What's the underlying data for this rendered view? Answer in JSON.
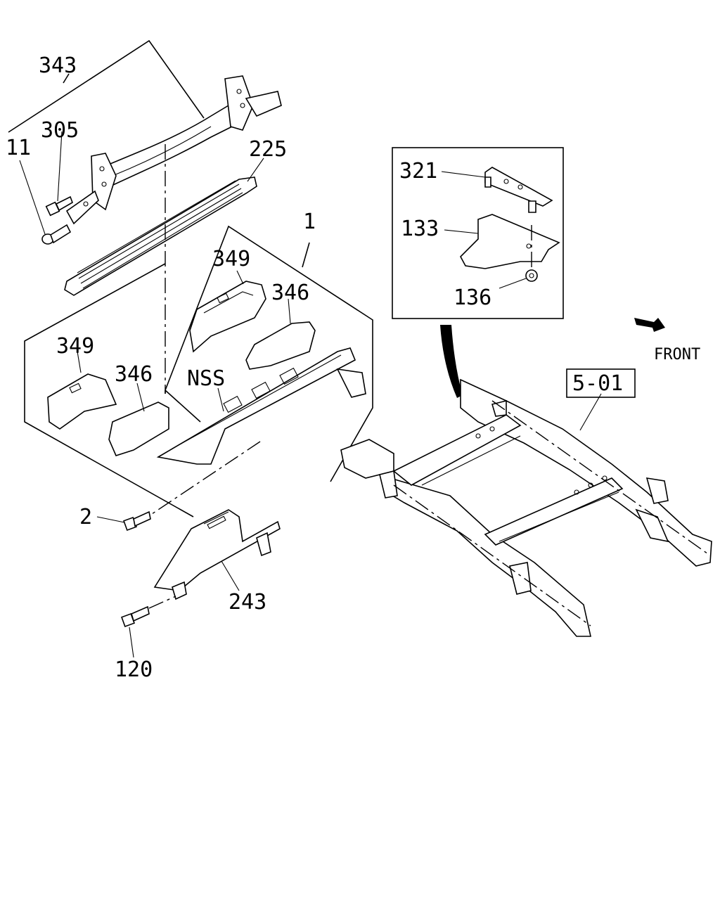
{
  "labels": {
    "l343": "343",
    "l305": "305",
    "l11": "11",
    "l225": "225",
    "l1": "1",
    "l349a": "349",
    "l346a": "346",
    "l349b": "349",
    "l346b": "346",
    "lNSS": "NSS",
    "l2": "2",
    "l243": "243",
    "l120": "120",
    "l321": "321",
    "l133": "133",
    "l136": "136",
    "lFront": "FRONT",
    "lRef": "5-01"
  }
}
